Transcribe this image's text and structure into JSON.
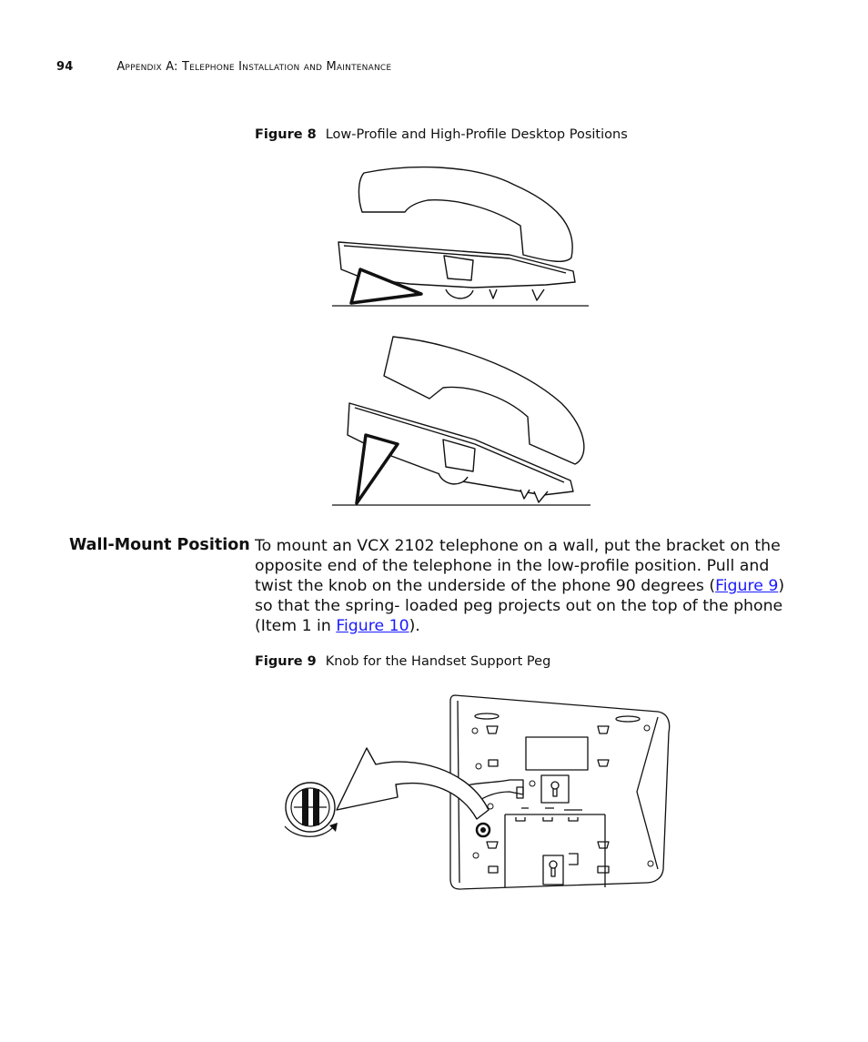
{
  "header": {
    "page_number": "94",
    "running_title": "Appendix A: Telephone Installation and Maintenance"
  },
  "figure8": {
    "label": "Figure 8",
    "caption": "Low-Profile and High-Profile Desktop Positions"
  },
  "section": {
    "heading": "Wall-Mount Position",
    "text_1": "To mount an VCX 2102 telephone on a wall, put the bracket on the opposite end of the telephone in the low-profile position. Pull and twist the knob on the underside of the phone 90 degrees (",
    "link_fig9": "Figure 9",
    "text_2": ") so that the spring- loaded peg projects out on the top of the phone (Item 1 in ",
    "link_fig10": "Figure 10",
    "text_3": ")."
  },
  "figure9": {
    "label": "Figure 9",
    "caption": "Knob for the Handset Support Peg"
  }
}
